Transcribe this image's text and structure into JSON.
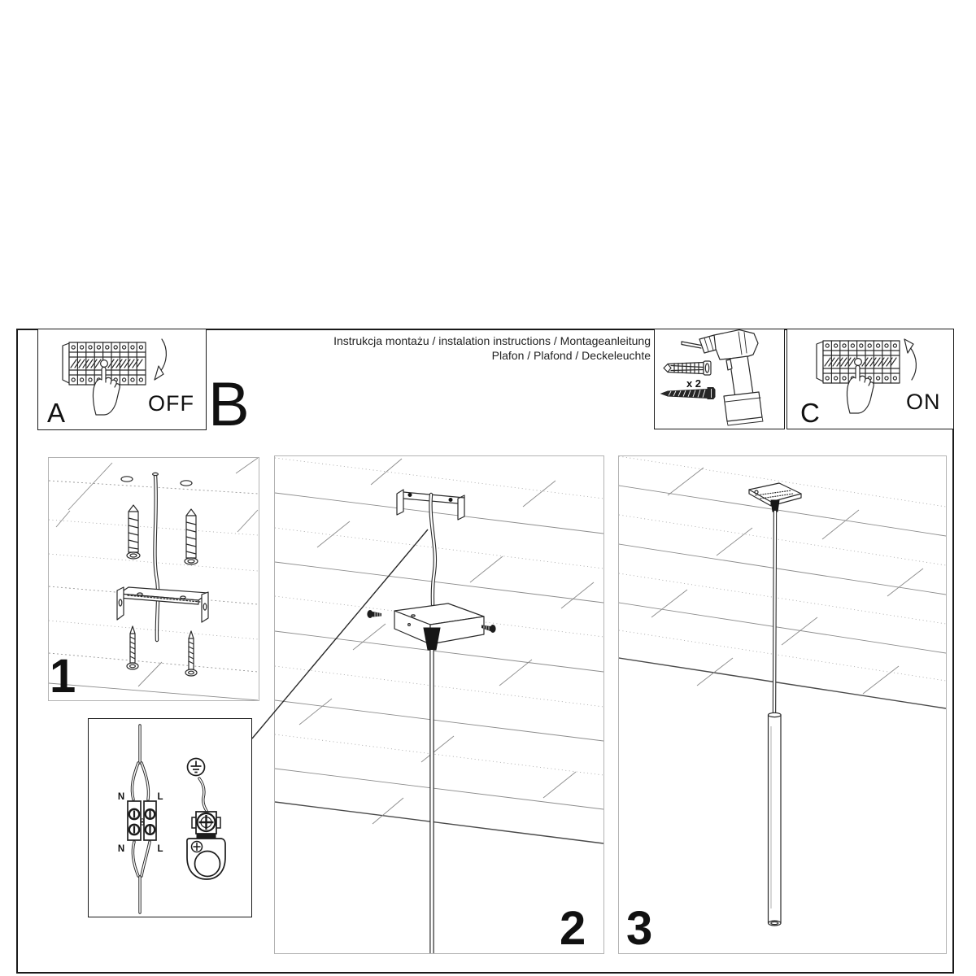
{
  "header": {
    "step_a": {
      "label": "A",
      "state": "OFF"
    },
    "step_b": {
      "label": "B"
    },
    "title": {
      "line1": "Instrukcja montażu / instalation instructions / Montageanleitung",
      "line2": "Plafon / Plafond / Deckeleuchte"
    },
    "tools": {
      "quantity": "x 2"
    },
    "step_c": {
      "label": "C",
      "state": "ON"
    }
  },
  "steps": {
    "step1": "1",
    "step2": "2",
    "step3": "3"
  },
  "wiring_inset": {
    "top_left": "N",
    "top_right": "L",
    "bottom_left": "N",
    "bottom_right": "L"
  },
  "colors": {
    "ink": "#2a2a2a",
    "plank_line": "#8c8c8c",
    "panel_border": "#b3b3b3",
    "frame_border": "#1a1a1a"
  }
}
